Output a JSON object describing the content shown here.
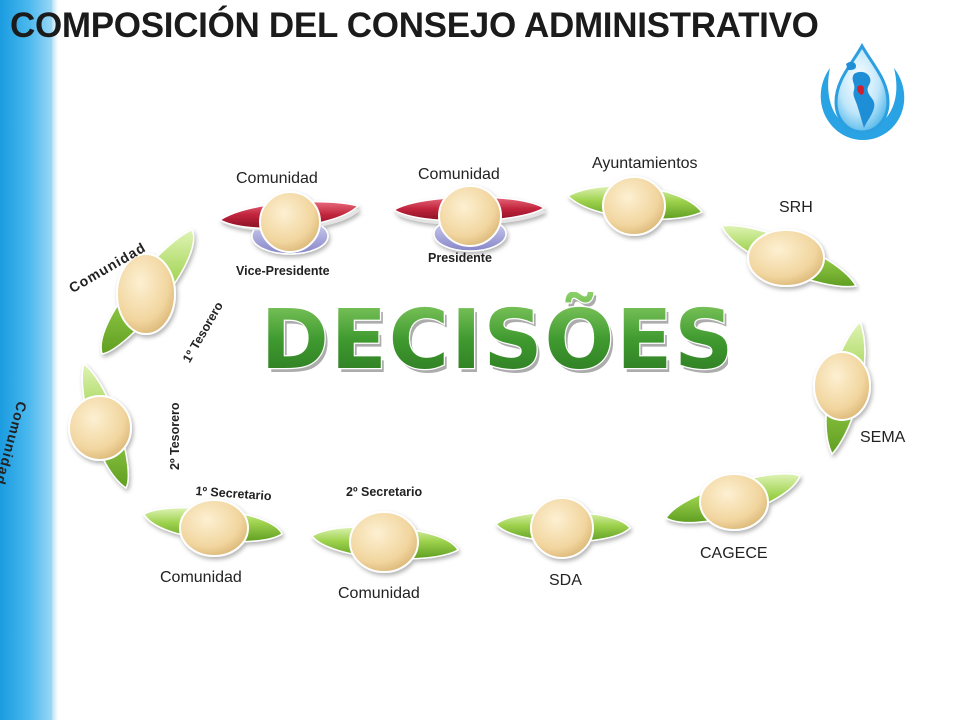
{
  "title": "COMPOSICIÓN DEL CONSEJO ADMINISTRATIVO",
  "center_word": "DECISÕES",
  "colors": {
    "sidebar": "#2aa6e6",
    "leaf_green": "#8cc63f",
    "leaf_red": "#c0243c",
    "leaf_purple": "#a9a8e0",
    "node_fill": "#f3d9a4",
    "decisoes_green": "#3a8f2c"
  },
  "logo": {
    "icon": "water-drop-americas-logo-icon"
  },
  "nodes": [
    {
      "id": "comunidad-vp",
      "label": "Comunidad",
      "role": "Vice-Presidente"
    },
    {
      "id": "comunidad-pres",
      "label": "Comunidad",
      "role": "Presidente"
    },
    {
      "id": "ayuntamientos",
      "label": "Ayuntamientos"
    },
    {
      "id": "srh",
      "label": "SRH"
    },
    {
      "id": "sema",
      "label": "SEMA"
    },
    {
      "id": "cagece",
      "label": "CAGECE"
    },
    {
      "id": "sda",
      "label": "SDA"
    },
    {
      "id": "comunidad-2sec",
      "label": "Comunidad",
      "role": "2º Secretario"
    },
    {
      "id": "comunidad-1sec",
      "label": "Comunidad",
      "role": "1º Secretario"
    },
    {
      "id": "comunidad-2tes",
      "label": "Comunidad",
      "role": "2º Tesorero"
    },
    {
      "id": "comunidad-1tes",
      "label": "Comunidad",
      "role": "1º Tesorero"
    }
  ]
}
